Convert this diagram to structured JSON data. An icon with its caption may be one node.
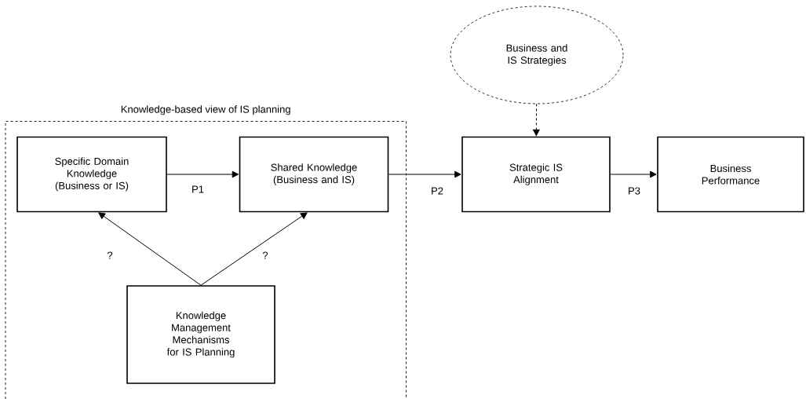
{
  "diagram": {
    "nodes": [
      {
        "text": [
          "Knowledge-based view of IS planning"
        ]
      },
      {
        "text": [
          "Specific Domain Knowledge (Business or IS)"
        ],
        "in": 0
      },
      {
        "text": [
          "Shared Knowledge (Business and IS)"
        ],
        "in": 0
      },
      {
        "text": [
          "Knowledge Management Mechanisms for IS Planning"
        ],
        "in": 0
      },
      {
        "text": [
          "Business and IS Strategies"
        ]
      },
      {
        "text": [
          "Strategic IS Alignment"
        ]
      },
      {
        "text": [
          "Business Performance"
        ]
      }
    ],
    "edges": [
      {
        "from": 1,
        "to": 2,
        "arrow": "to",
        "label": "P1"
      },
      {
        "from": 2,
        "to": 5,
        "arrow": "to",
        "label": "P2"
      },
      {
        "from": 5,
        "to": 6,
        "arrow": "to",
        "label": "P3"
      },
      {
        "from": 3,
        "to": 1,
        "arrow": "to",
        "label": "?"
      },
      {
        "from": 3,
        "to": 2,
        "arrow": "to",
        "label": "?"
      },
      {
        "from": 4,
        "to": 5,
        "arrow": "to",
        "style": "dashed"
      }
    ]
  }
}
